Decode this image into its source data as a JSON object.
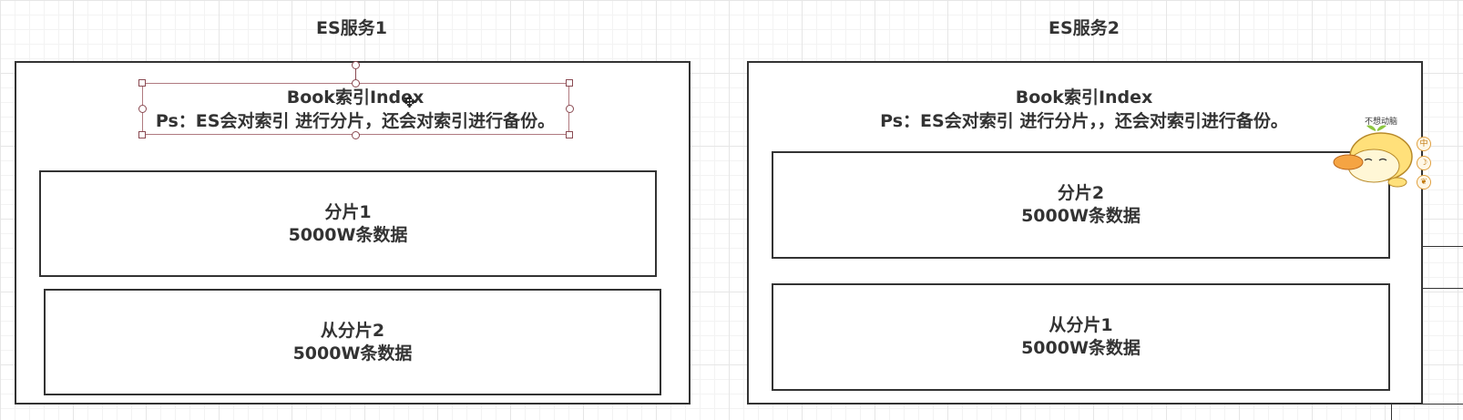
{
  "diagram": {
    "servers": [
      {
        "title": "ES服务1",
        "index_title": "Book索引Index",
        "index_note": "Ps：ES会对索引 进行分片，还会对索引进行备份。",
        "shards": [
          {
            "name": "分片1",
            "detail": "5000W条数据"
          },
          {
            "name": "从分片2",
            "detail": "5000W条数据"
          }
        ]
      },
      {
        "title": "ES服务2",
        "index_title": "Book索引Index",
        "index_note": "Ps：ES会对索引 进行分片，，还会对索引进行备份。",
        "shards": [
          {
            "name": "分片2",
            "detail": "5000W条数据"
          },
          {
            "name": "从分片1",
            "detail": "5000W条数据"
          }
        ]
      }
    ]
  },
  "overlay": {
    "mascot_caption": "不想动脑",
    "side_buttons": [
      "中",
      "☽",
      "❦"
    ],
    "mascot_icon": "duck-mascot-icon",
    "cursor_icon": "move-cursor-icon"
  },
  "colors": {
    "stroke": "#333333",
    "selection": "#8a4a52",
    "grid": "#e6e6e6"
  }
}
